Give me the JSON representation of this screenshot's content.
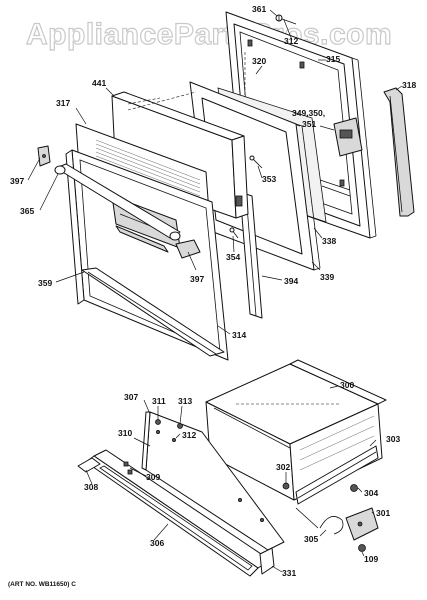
{
  "watermark": "AppliancePartsPros.com",
  "art_number": "(ART NO. WB11650) C",
  "labels": {
    "p361": "361",
    "p312a": "312",
    "p315": "315",
    "p318": "318",
    "p320": "320",
    "p441": "441",
    "p317": "317",
    "p349": "349,350,",
    "p351": "351",
    "p397a": "397",
    "p365": "365",
    "p353": "353",
    "p338": "338",
    "p354": "354",
    "p397b": "397",
    "p339": "339",
    "p394": "394",
    "p359": "359",
    "p314": "314",
    "p300": "300",
    "p307": "307",
    "p311": "311",
    "p313": "313",
    "p312b": "312",
    "p310": "310",
    "p303": "303",
    "p309": "309",
    "p302": "302",
    "p308": "308",
    "p304": "304",
    "p301": "301",
    "p306": "306",
    "p305": "305",
    "p109": "109",
    "p331": "331"
  }
}
